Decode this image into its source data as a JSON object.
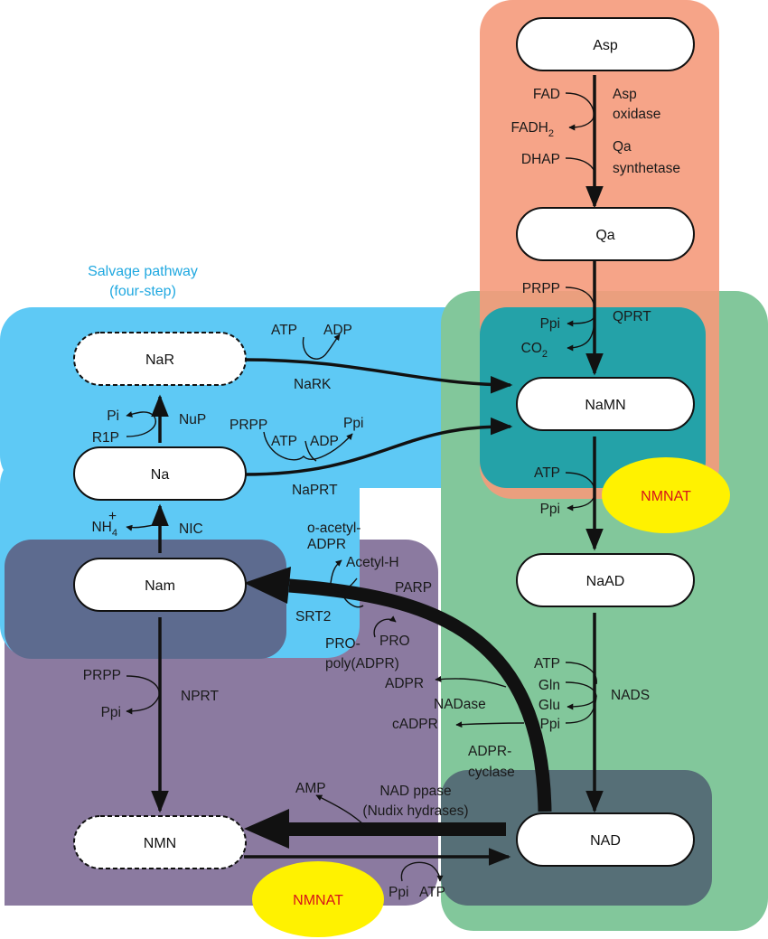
{
  "colors": {
    "de_novo_region": "#f59a7b",
    "salvage_region": "#5ec9f5",
    "nad_region": "#82c79b",
    "nam_region": "#5d6b8f",
    "purple_region": "#8b7aa0",
    "nmnat_ellipse": "#fff200",
    "nmnat_text": "#d7141a",
    "salvage_title": "#1fa8e0"
  },
  "salvage_title": {
    "line1": "Salvage pathway",
    "line2": "(four-step)"
  },
  "nodes": {
    "asp": "Asp",
    "qa": "Qa",
    "namn": "NaMN",
    "naad": "NaAD",
    "nad": "NAD",
    "nar": "NaR",
    "na": "Na",
    "nam": "Nam",
    "nmn": "NMN"
  },
  "nmnat": {
    "upper": "NMNAT",
    "lower": "NMNAT"
  },
  "labels": {
    "fad": "FAD",
    "fadh2": "FADH",
    "fadh2_sub": "2",
    "asp_oxidase_1": "Asp",
    "asp_oxidase_2": "oxidase",
    "dhap": "DHAP",
    "qa_synth_1": "Qa",
    "qa_synth_2": "synthetase",
    "prpp_qprt": "PRPP",
    "ppi_qprt": "Ppi",
    "co2": "CO",
    "co2_sub": "2",
    "qprt": "QPRT",
    "atp_nmnat": "ATP",
    "ppi_nmnat": "Ppi",
    "atp_nads": "ATP",
    "gln": "Gln",
    "glu": "Glu",
    "ppi_nads": "Ppi",
    "nads": "NADS",
    "atp_nark": "ATP",
    "adp_nark": "ADP",
    "nark": "NaRK",
    "prpp_naprt": "PRPP",
    "atp_naprt": "ATP",
    "adp_naprt": "ADP",
    "ppi_naprt": "Ppi",
    "naprt": "NaPRT",
    "pi": "Pi",
    "r1p": "R1P",
    "nup": "NuP",
    "nh4": "NH",
    "nh4_sub": "4",
    "nh4_sup": "+",
    "nic": "NIC",
    "oacetyl_1": "o-acetyl-",
    "oacetyl_2": "ADPR",
    "acetyl_h": "Acetyl-H",
    "srt2": "SRT2",
    "parp": "PARP",
    "pro": "PRO",
    "pro_poly_1": "PRO-",
    "pro_poly_2": "poly(ADPR)",
    "adpr": "ADPR",
    "nadase": "NADase",
    "cadpr": "cADPR",
    "adpr_cyclase_1": "ADPR-",
    "adpr_cyclase_2": "cyclase",
    "prpp_nprt": "PRPP",
    "ppi_nprt": "Ppi",
    "nprt": "NPRT",
    "amp": "AMP",
    "nad_ppase_1": "NAD ppase",
    "nad_ppase_2": "(Nudix hydrases)",
    "ppi_bottom": "Ppi",
    "atp_bottom": "ATP"
  }
}
